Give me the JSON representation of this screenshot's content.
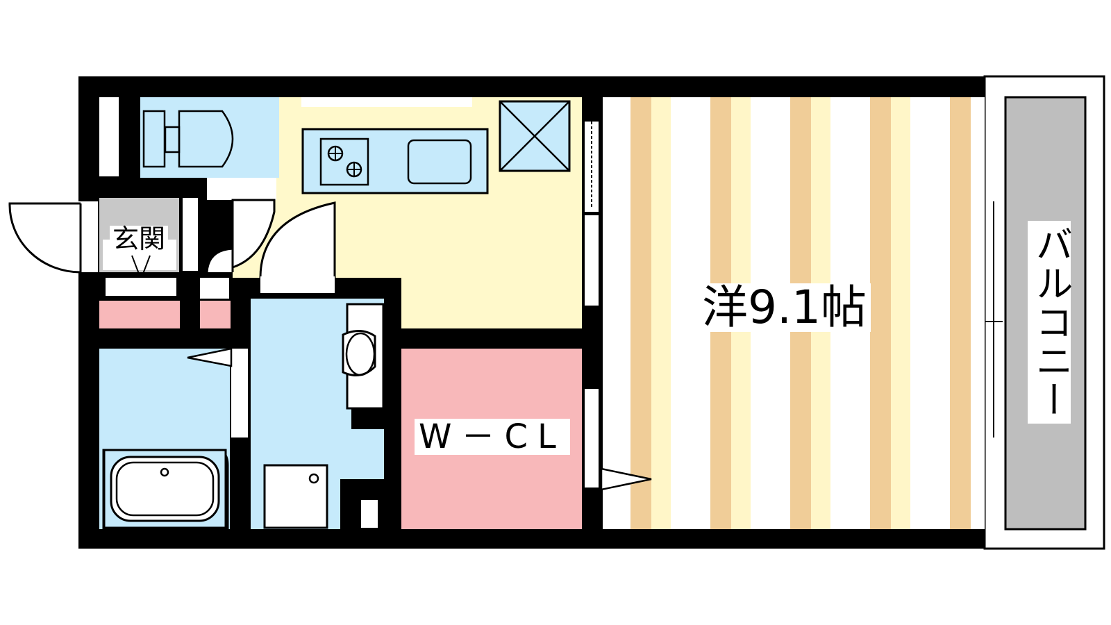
{
  "rooms": {
    "western": {
      "label": "洋9.1帖"
    },
    "walk_in_closet": {
      "label": "W－CL"
    },
    "entrance": {
      "label": "玄関"
    },
    "balcony": {
      "label": "バルコニー"
    }
  },
  "colors": {
    "wall": "#000000",
    "water_area": "#c6eafb",
    "kitchen_floor": "#fff9cb",
    "closet_storage": "#f8b8ba",
    "balcony_floor": "#bebebe",
    "entrance_floor": "#c8c8c8",
    "flooring_stripe": "#f0cd98",
    "flooring_light": "#fff6c8"
  }
}
